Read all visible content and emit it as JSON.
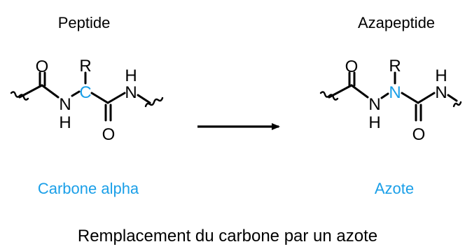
{
  "left_molecule": {
    "title": "Peptide",
    "highlight_label": "Carbone alpha",
    "atoms": {
      "o_top": "O",
      "r": "R",
      "n_left": "N",
      "h_left": "H",
      "c_alpha": "C",
      "n_right": "N",
      "h_right": "H",
      "o_bottom": "O"
    }
  },
  "right_molecule": {
    "title": "Azapeptide",
    "highlight_label": "Azote",
    "atoms": {
      "o_top": "O",
      "r": "R",
      "n_left": "N",
      "h_left": "H",
      "n_aza": "N",
      "n_right": "N",
      "h_right": "H",
      "o_bottom": "O"
    }
  },
  "caption": "Remplacement du carbone par un azote",
  "colors": {
    "highlight": "#1a9fe8",
    "ink": "#000000"
  }
}
